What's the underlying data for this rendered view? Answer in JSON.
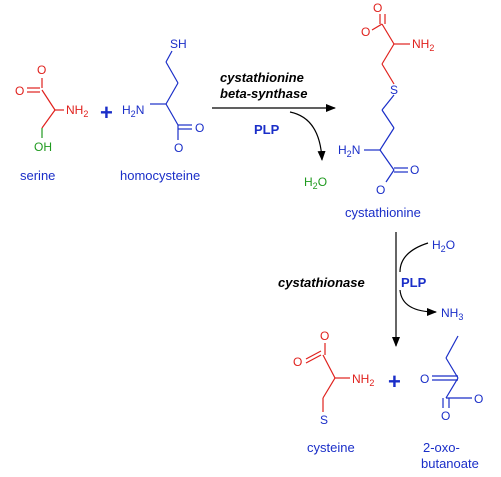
{
  "colors": {
    "red": "#e0211d",
    "blue": "#1a2ec8",
    "green": "#1f9a1f",
    "black": "#000000"
  },
  "reactants": {
    "serine": {
      "name": "serine",
      "carbonyl_o": "O",
      "carboxyl_o": "O",
      "amine": "NH",
      "amine_sub": "2",
      "hydroxyl": "OH"
    },
    "plus": "+",
    "homocysteine": {
      "name": "homocysteine",
      "thiol": "SH",
      "amine": "H",
      "amine_sub": "2",
      "amine_n": "N",
      "carbonyl_o": "O",
      "carboxyl_o": "O"
    }
  },
  "step1": {
    "enzyme_line1": "cystathionine",
    "enzyme_line2": "beta-synthase",
    "cofactor": "PLP",
    "byproduct": "H",
    "byproduct_sub": "2",
    "byproduct_o": "O"
  },
  "cystathionine": {
    "name": "cystathionine",
    "top_o1": "O",
    "top_o2": "O",
    "top_amine": "NH",
    "top_amine_sub": "2",
    "sulfur": "S",
    "bottom_amine_h": "H",
    "bottom_amine_sub": "2",
    "bottom_amine_n": "N",
    "bottom_o1": "O",
    "bottom_o2": "O"
  },
  "step2": {
    "enzyme": "cystathionase",
    "cofactor": "PLP",
    "water": "H",
    "water_sub": "2",
    "water_o": "O",
    "ammonia": "NH",
    "ammonia_sub": "3"
  },
  "products": {
    "cysteine": {
      "name": "cysteine",
      "o1": "O",
      "o2": "O",
      "amine": "NH",
      "amine_sub": "2",
      "sulfur": "S"
    },
    "plus": "+",
    "oxobutanoate": {
      "name_line1": "2-oxo-",
      "name_line2": "butanoate",
      "keto_o": "O",
      "o1": "O",
      "o2": "O"
    }
  }
}
